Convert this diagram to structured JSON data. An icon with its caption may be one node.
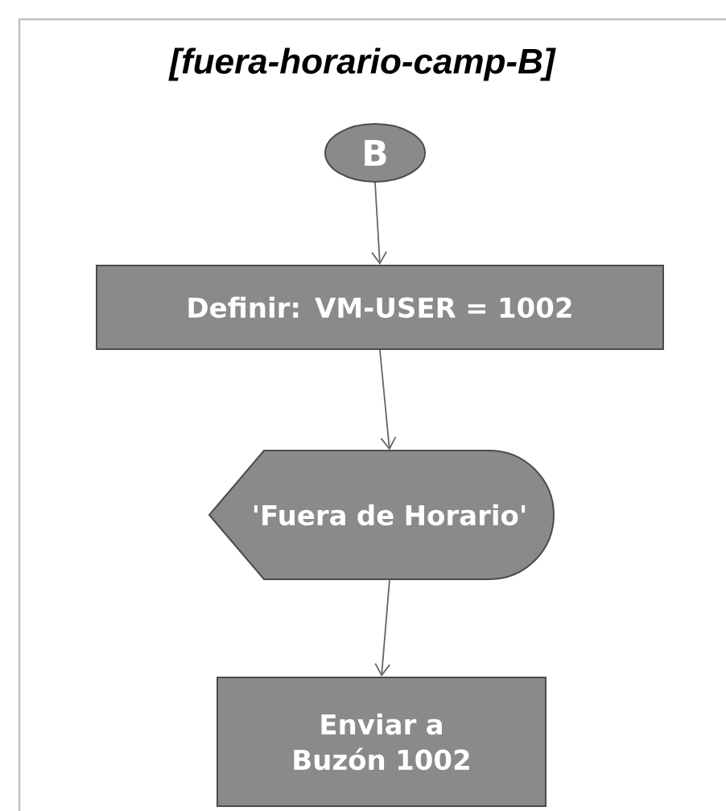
{
  "diagram": {
    "title": "[fuera-horario-camp-B]",
    "nodes": [
      {
        "text": [
          "B"
        ]
      },
      {
        "text": [
          "Definir: VM-USER = 1002"
        ]
      },
      {
        "text": [
          "'Fuera de Horario'"
        ]
      },
      {
        "text": [
          "Enviar a Buzón 1002"
        ]
      }
    ],
    "edges": [
      {
        "from": 0,
        "to": 1,
        "arrow": "to"
      },
      {
        "from": 1,
        "to": 2,
        "arrow": "to"
      },
      {
        "from": 2,
        "to": 3,
        "arrow": "to"
      }
    ]
  }
}
